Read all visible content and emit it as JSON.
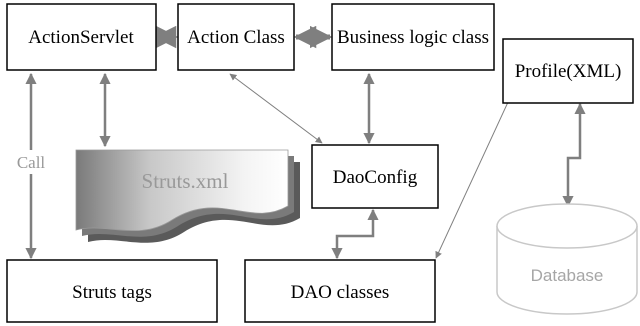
{
  "nodes": {
    "action_servlet": "ActionServlet",
    "action_class": "Action Class",
    "business_logic_class": "Business logic class",
    "profile_xml": "Profile(XML)",
    "struts_xml": "Struts.xml",
    "dao_config": "DaoConfig",
    "struts_tags": "Struts tags",
    "dao_classes": "DAO classes",
    "database": "Database"
  },
  "edges": {
    "call_label": "Call"
  },
  "colors": {
    "box_border": "#000000",
    "arrow": "#7f7f7f",
    "document_fill_light": "#f2f2f2",
    "document_fill_dark": "#8c8c8c",
    "document_text": "#a0a0a0",
    "database_stroke": "#c8c8c8",
    "database_text": "#a6a6a6"
  }
}
